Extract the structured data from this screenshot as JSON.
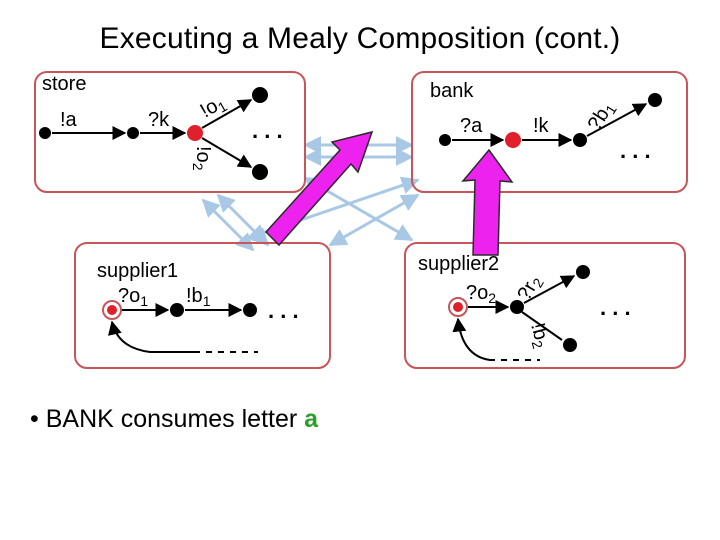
{
  "title": "Executing a Mealy Composition (cont.)",
  "store": {
    "label": "store",
    "transitions": {
      "out_a": "!a",
      "in_k": "?k",
      "out_o1_base": "!o",
      "out_o1_sub": "1",
      "out_o2_base": "!o",
      "out_o2_sub": "2"
    },
    "ellipsis": ". . ."
  },
  "bank": {
    "label": "bank",
    "transitions": {
      "in_a": "?a",
      "out_k": "!k",
      "in_b1_base": "?b",
      "in_b1_sub": "1"
    },
    "ellipsis": ". . ."
  },
  "supplier1": {
    "label": "supplier1",
    "transitions": {
      "in_o1_base": "?o",
      "in_o1_sub": "1",
      "out_b1_base": "!b",
      "out_b1_sub": "1"
    },
    "ellipsis": ". . ."
  },
  "supplier2": {
    "label": "supplier2",
    "transitions": {
      "in_o2_base": "?o",
      "in_o2_sub": "2",
      "in_r2_base": "?r",
      "in_r2_sub": "2",
      "out_b2_base": "!b",
      "out_b2_sub": "2"
    },
    "ellipsis": ". . ."
  },
  "bullet": {
    "marker": "•",
    "text": "BANK consumes letter ",
    "highlight": "a"
  },
  "colors": {
    "border": "#c8555a",
    "state": "#000000",
    "current": "#e0202a",
    "channel": "#a8c8e6",
    "highlight_arrow": "#ee22ee",
    "green": "#2a9d2a"
  }
}
